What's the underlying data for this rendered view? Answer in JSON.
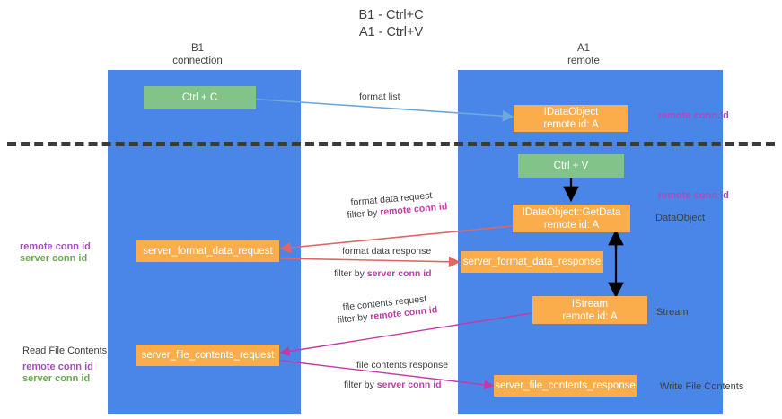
{
  "title": {
    "line1": "B1 - Ctrl+C",
    "line2": "A1 - Ctrl+V"
  },
  "columns": [
    {
      "id": "b1",
      "name": "B1",
      "role": "connection"
    },
    {
      "id": "a1",
      "name": "A1",
      "role": "remote"
    }
  ],
  "colors": {
    "column_fill": "#4a86e8",
    "green_node": "#82c38a",
    "orange_node": "#fbad4b",
    "divider": "#3b3b3b",
    "purple": "#a64dbf",
    "green_text": "#6aa84f",
    "magenta": "#c13ba8",
    "arrow_blue": "#6fa8dc",
    "arrow_red": "#e06666",
    "arrow_black": "#000000"
  },
  "nodes": {
    "ctrl_c": {
      "label": "Ctrl + C",
      "sub": ""
    },
    "idataobject": {
      "label": "IDataObject",
      "sub": "remote id: A"
    },
    "ctrl_v": {
      "label": "Ctrl + V",
      "sub": ""
    },
    "getdata": {
      "label": "IDataObject::GetData",
      "sub": "remote id: A"
    },
    "server_format_data_request": {
      "label": "server_format_data_request",
      "sub": ""
    },
    "server_format_data_response": {
      "label": "server_format_data_response",
      "sub": ""
    },
    "istream": {
      "label": "IStream",
      "sub": "remote id: A"
    },
    "server_file_contents_request": {
      "label": "server_file_contents_request",
      "sub": ""
    },
    "server_file_contents_response": {
      "label": "server_file_contents_response",
      "sub": ""
    }
  },
  "edge_labels": {
    "format_list": "format list",
    "format_data_request": "format data request",
    "format_data_request_filter_prefix": "filter by ",
    "format_data_request_filter_value": "remote conn id",
    "format_data_response": "format data response",
    "format_data_response_filter_prefix": "filter by ",
    "format_data_response_filter_value": "server conn id",
    "file_contents_request": "file contents request",
    "file_contents_request_filter_prefix": "filter by ",
    "file_contents_request_filter_value": "remote conn id",
    "file_contents_response": "file contents response",
    "file_contents_response_filter_prefix": "filter by ",
    "file_contents_response_filter_value": "server conn id"
  },
  "side_labels": {
    "right_remote_conn_id_top": "remote conn id",
    "right_remote_conn_id_mid": "remote conn id",
    "right_dataobject": "DataObject",
    "right_istream": "IStream",
    "right_write_file_contents": "Write File Contents",
    "left_remote_conn_id_mid": "remote conn id",
    "left_server_conn_id_mid": "server conn id",
    "left_read_file_contents": "Read File Contents",
    "left_remote_conn_id_bottom": "remote conn id",
    "left_server_conn_id_bottom": "server conn id"
  }
}
